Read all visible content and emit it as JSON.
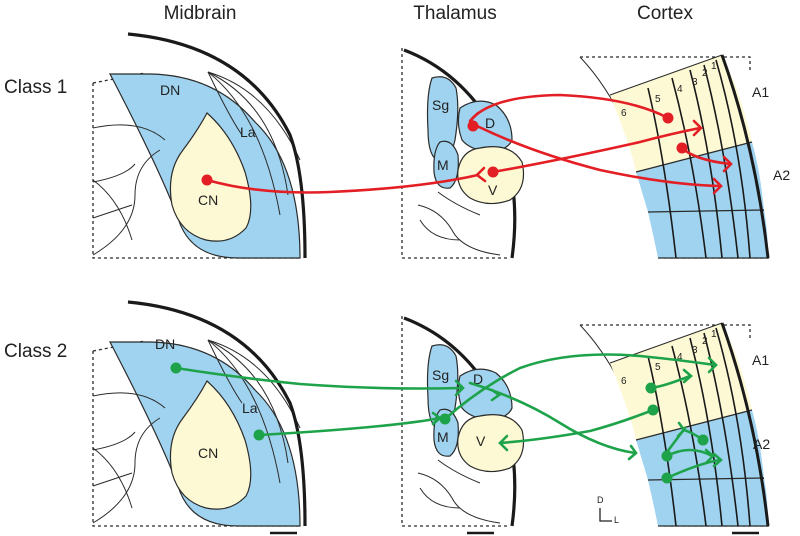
{
  "columns": [
    "Midbrain",
    "Thalamus",
    "Cortex"
  ],
  "rows": [
    "Class 1",
    "Class 2"
  ],
  "midbrain": {
    "dn": "DN",
    "la": "La",
    "cn": "CN"
  },
  "thalamus": {
    "sg": "Sg",
    "d": "D",
    "m": "M",
    "v": "V"
  },
  "cortex": {
    "a1": "A1",
    "a2": "A2",
    "layers": [
      "6",
      "5",
      "4",
      "3",
      "2",
      "1"
    ]
  },
  "orientation": {
    "d": "D",
    "l": "L"
  },
  "colors": {
    "blue_region": "#9fd3ef",
    "yellow_region": "#fdf9d4",
    "class1_pathway": "#e31e24",
    "class2_pathway": "#1ea34a",
    "outline": "#2b2b2b"
  }
}
